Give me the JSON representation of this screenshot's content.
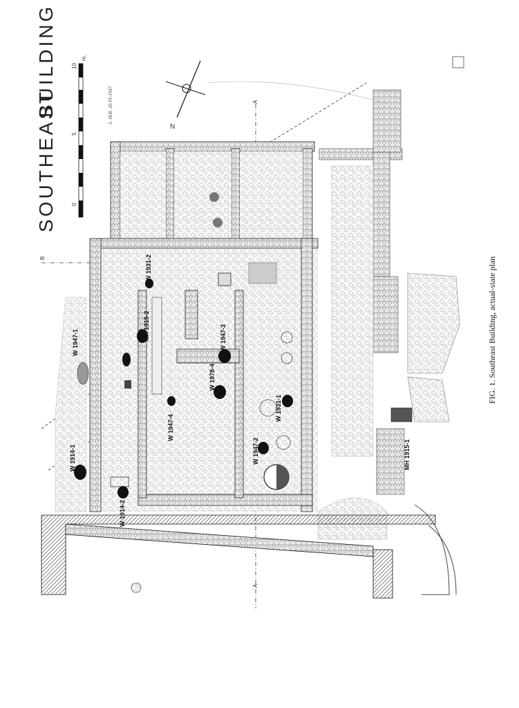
{
  "title_left": "SOUTHEAST",
  "title_right": "BUILDING",
  "scale": {
    "unit": "m.",
    "ticks": [
      "0",
      "5",
      "10"
    ]
  },
  "signature": "S. SKR.  26-VI-1947",
  "north_label": "N",
  "section_marks": [
    "A",
    "A",
    "B"
  ],
  "caption": "FIG. 1. Southeast Building, actual-state plan",
  "finds": [
    "W 1947-1",
    "W 1914-1",
    "W 1914-2",
    "W 1931-2",
    "MH 1915-2",
    "W 1947-3",
    "W 1978-4",
    "W 1947-4",
    "W 1931-1",
    "W 1947-2",
    "MH 1915-1"
  ]
}
